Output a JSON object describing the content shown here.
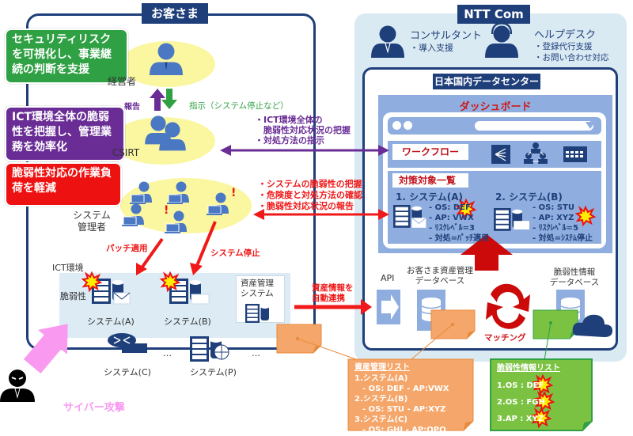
{
  "customer": {
    "title": "お客さま",
    "benefits": [
      {
        "text": "セキュリティリスクを可視化し、事業継続の判断を支援",
        "color": "#2fa043"
      },
      {
        "text": "ICT環境全体の脆弱性を把握し、管理業務を効率化",
        "color": "#6a2d96"
      },
      {
        "text": "脆弱性対応の作業負荷を軽減",
        "color": "#ee1111"
      }
    ],
    "roles": {
      "executive": "経営者",
      "csirt": "CSIRT",
      "sysadmin_line1": "システム",
      "sysadmin_line2": "管理者"
    },
    "report_label": "報告",
    "instruct_label": "指示（システム停止など）",
    "patch_label": "パッチ適用",
    "stop_label": "システム停止",
    "ict": {
      "title": "ICT環境",
      "vuln_label": "脆弱性",
      "systems": [
        "システム(A)",
        "システム(B)",
        "システム(C)",
        "システム(P)"
      ],
      "ellipsis": "…",
      "asset_system_line1": "資産管理",
      "asset_system_line2": "システム"
    },
    "cyber_attack": "サイバー攻撃"
  },
  "flows": {
    "csirt_points": [
      "・ICT環境全体の",
      "脆弱性対応状況の把握",
      "・対処方法の指示"
    ],
    "sysadmin_points": [
      "・システムの脆弱性の把握",
      "・危険度と対処方法の確認",
      "・脆弱性対応状況の報告"
    ],
    "asset_sync_line1": "資産情報を",
    "asset_sync_line2": "自動連携"
  },
  "ntt": {
    "title": "NTT Com",
    "consultant": {
      "title": "コンサルタント",
      "items": [
        "・導入支援"
      ]
    },
    "helpdesk": {
      "title": "ヘルプデスク",
      "items": [
        "・登録代行支援",
        "・お問い合わせ対応"
      ]
    },
    "datacenter": "日本国内データセンター",
    "dashboard": {
      "title": "ダッシュボード",
      "workflow": "ワークフロー",
      "target_list": "対策対象一覧",
      "systems": [
        {
          "title": "1. システム(A)",
          "lines": [
            "- OS: DEF",
            "- AP: VWX",
            "- ﾘｽｸﾚﾍﾞﾙ=3",
            "- 対処=ﾊﾟｯﾁ適用"
          ]
        },
        {
          "title": "2. システム(B)",
          "lines": [
            "- OS: STU",
            "- AP: XYZ",
            "- ﾘｽｸﾚﾍﾞﾙ=5",
            "- 対処=ｼｽﾃﾑ停止"
          ]
        }
      ]
    },
    "api": "API",
    "asset_db_line1": "お客さま資産管理",
    "asset_db_line2": "データベース",
    "vuln_db_line1": "脆弱性情報",
    "vuln_db_line2": "データベース",
    "matching": "マッチング"
  },
  "asset_list": {
    "title": "資産管理リスト",
    "lines": [
      "1.システム(A)",
      "　- OS: DEF - AP:VWX",
      "2.システム(B)",
      "　- OS: STU - AP:XYZ",
      "3.システム(C)",
      "　- OS: GHI - AP:OPQ"
    ],
    "color": "#f5a66a"
  },
  "vuln_list": {
    "title": "脆弱性情報リスト",
    "items": [
      "1.OS : DEF",
      "2.OS : FGH",
      "3.AP : XYZ"
    ],
    "color": "#7cc242"
  },
  "colors": {
    "navy": "#1f3f7a",
    "purple": "#6a2d96",
    "red": "#f01818",
    "green": "#2fa043",
    "pink": "#f99af0"
  }
}
